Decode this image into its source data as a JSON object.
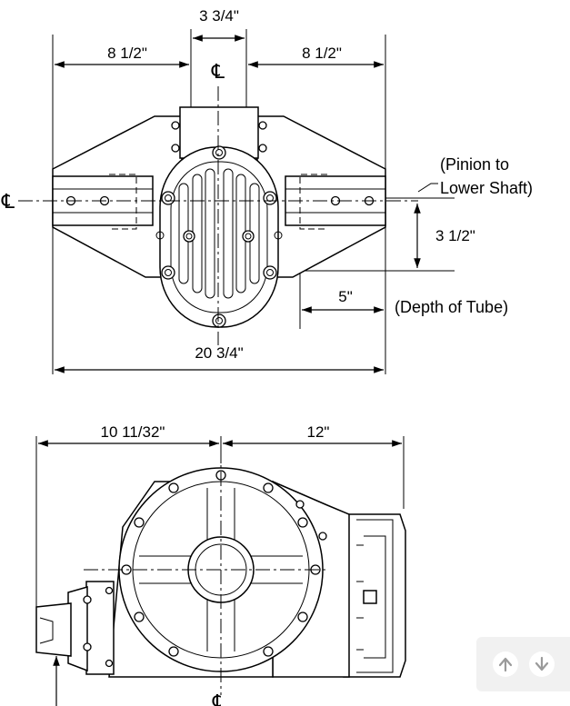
{
  "top_view": {
    "dimensions": {
      "center_width": "3 3/4\"",
      "left_width": "8 1/2\"",
      "right_width": "8 1/2\"",
      "pinion_offset": "3 1/2\"",
      "tube_depth": "5\"",
      "overall_width": "20 3/4\""
    },
    "notes": {
      "pinion_line1": "(Pinion to",
      "pinion_line2": "Lower Shaft)",
      "tube_note": "(Depth of Tube)"
    },
    "centerline_symbol": "℄"
  },
  "side_view": {
    "dimensions": {
      "left_length": "10 11/32\"",
      "right_length": "12\""
    },
    "centerline_symbol": "℄"
  },
  "nav": {
    "up_icon": "arrow-up-icon",
    "down_icon": "arrow-down-icon"
  }
}
